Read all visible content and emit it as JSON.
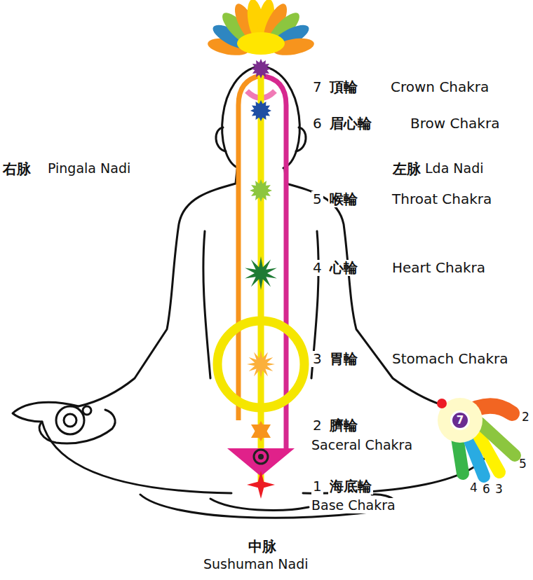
{
  "diagram": {
    "nodes": [
      {
        "text": [
          "7"
        ]
      }
    ],
    "labels": [
      "7",
      "頂輪",
      "Crown Chakra",
      "6",
      "眉心輪",
      "Brow Chakra",
      "右脉",
      "Pingala Nadi",
      "左脉",
      "Lda Nadi",
      "5",
      "喉輪",
      "Throat Chakra",
      "4",
      "心輪",
      "Heart Chakra",
      "3",
      "胃輪",
      "Stomach Chakra",
      "2",
      "臍輪",
      "Saceral Chakra",
      "1",
      "海底輪",
      "Base Chakra",
      "中脉",
      "Sushuman Nadi",
      "2",
      "5",
      "4",
      "6",
      "3"
    ]
  }
}
